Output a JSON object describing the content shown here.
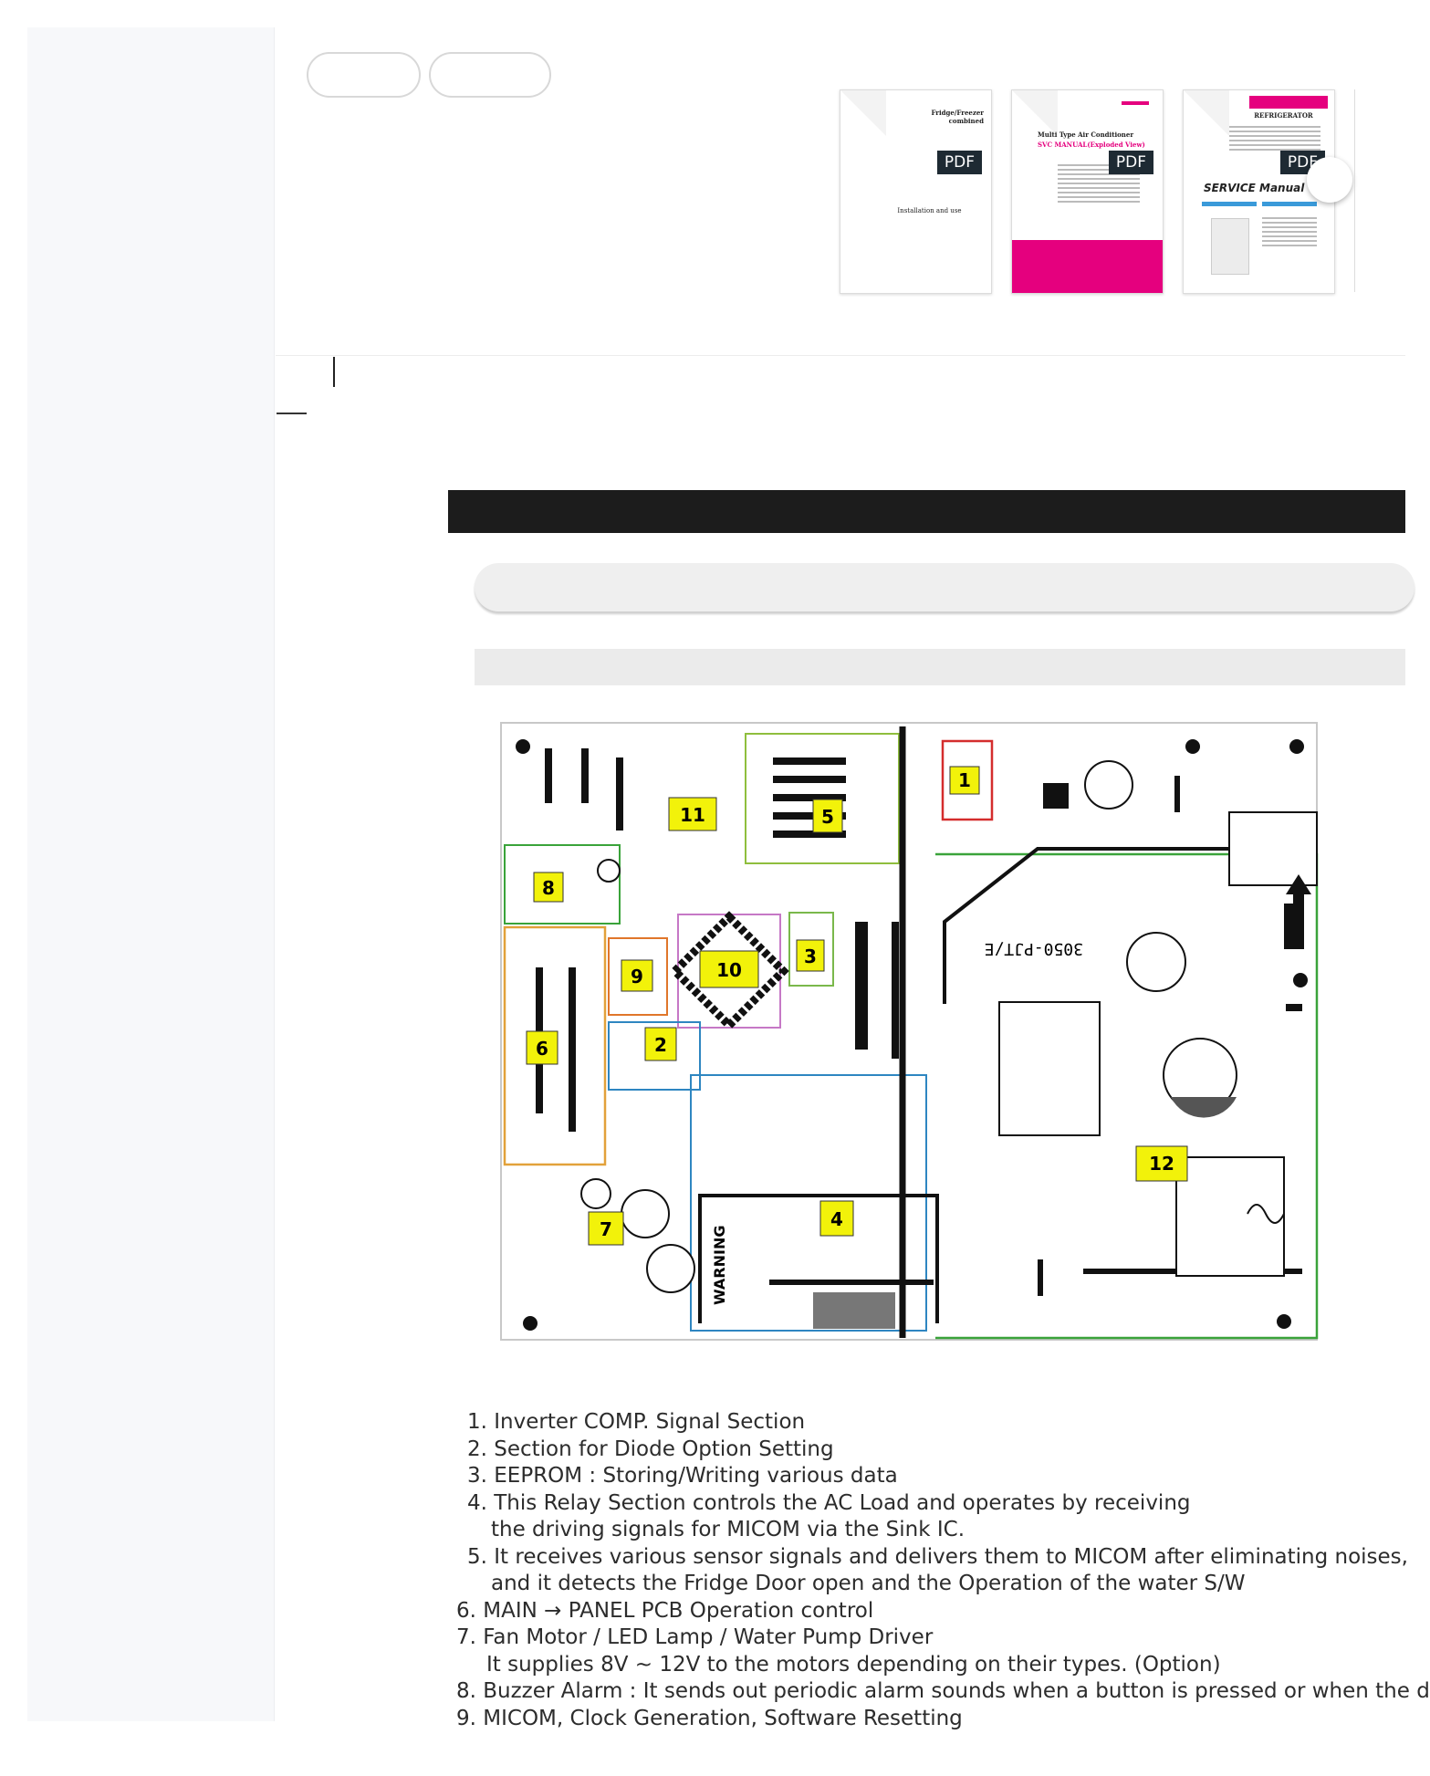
{
  "thumbnails": [
    {
      "title": "Fridge/Freezer combined",
      "badge": "PDF",
      "footer": "Installation and use"
    },
    {
      "title": "Multi Type Air Conditioner",
      "subtitle": "SVC MANUAL(Exploded View)",
      "badge": "PDF"
    },
    {
      "title": "REFRIGERATOR",
      "subtitle": "SERVICE Manual",
      "badge": "PDF"
    }
  ],
  "pcb_labels": [
    "1",
    "2",
    "3",
    "4",
    "5",
    "6",
    "7",
    "8",
    "9",
    "10",
    "11",
    "12"
  ],
  "pcb_text": {
    "warning": "WARNING",
    "part_number": "3050-PJT/E"
  },
  "notes": [
    "1. Inverter COMP. Signal Section",
    "2. Section for Diode Option Setting",
    "3. EEPROM : Storing/Writing various data",
    "4. This Relay Section controls the AC Load and operates by receiving",
    "the driving signals for MICOM via the Sink IC.",
    "5. It receives various sensor signals and delivers them to MICOM after eliminating noises,",
    "and it detects the Fridge Door open and the Operation of the water S/W",
    "6. MAIN → PANEL PCB Operation control",
    "7. Fan Motor / LED Lamp / Water Pump Driver",
    "It supplies 8V ~ 12V to the motors depending on their types. (Option)",
    "8. Buzzer Alarm : It sends out periodic alarm sounds when a button is pressed or when the d",
    "9. MICOM, Clock Generation, Software Resetting"
  ],
  "colors": {
    "accent_magenta": "#e5007e",
    "pdf_badge": "#1e2a33",
    "label_yellow": "#f2f20a",
    "pcb_green": "#3aa33a"
  }
}
